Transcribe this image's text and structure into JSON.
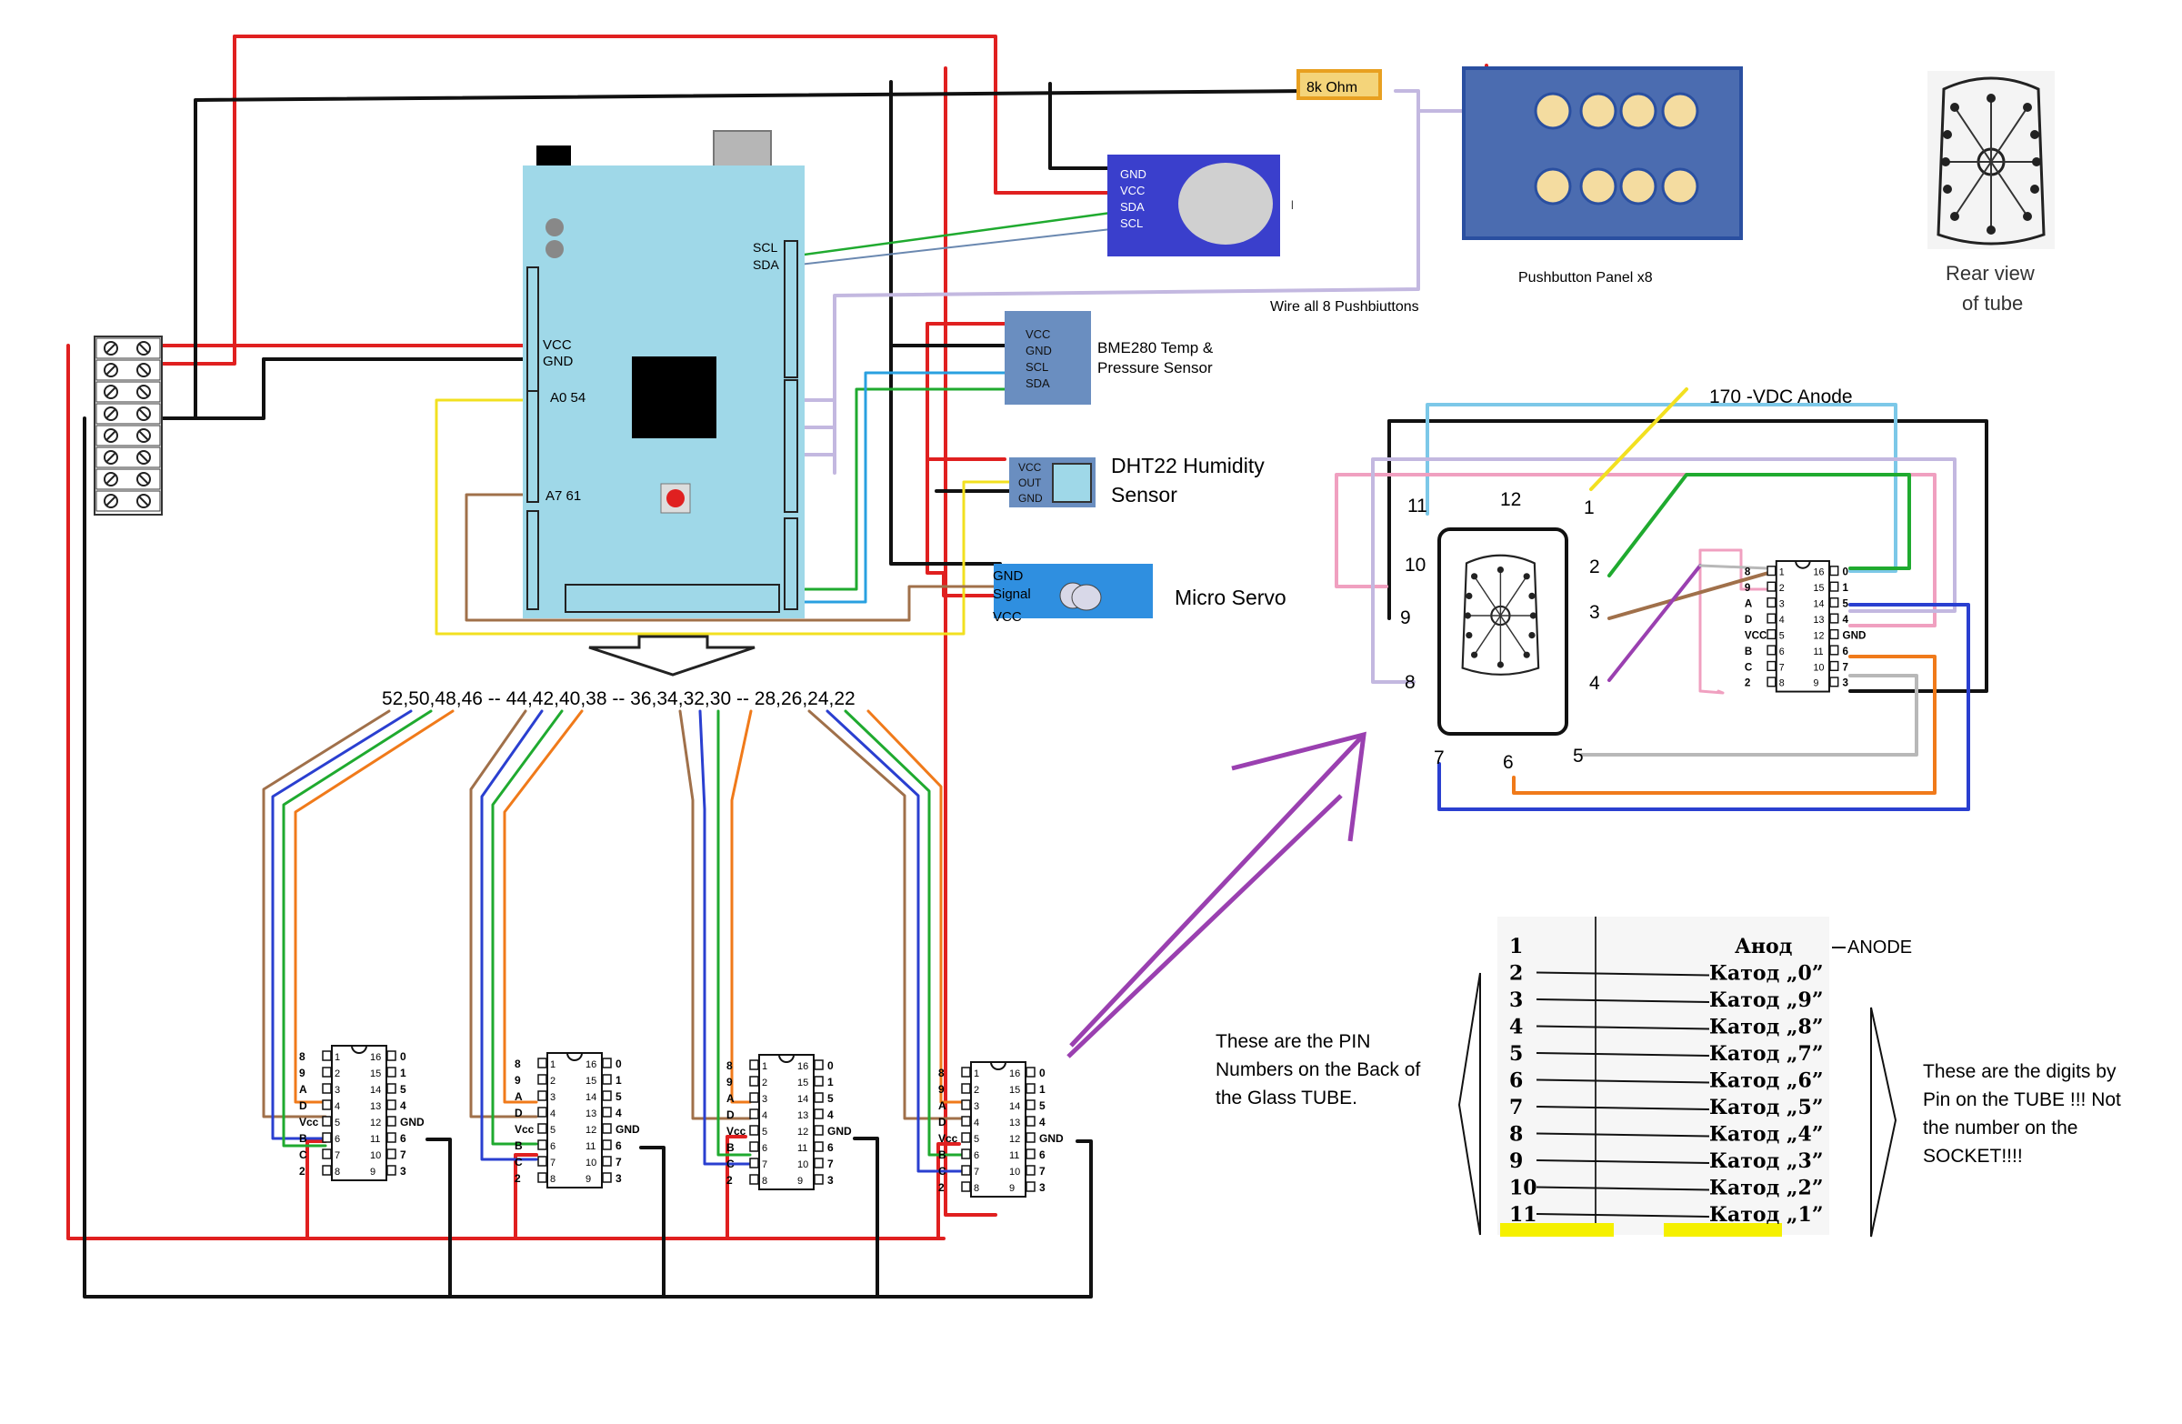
{
  "colors": {
    "red": "#e02020",
    "black": "#111111",
    "green": "#1faa2f",
    "blue": "#2a3fd0",
    "brown": "#a0704a",
    "orange": "#f07a1a",
    "yellow": "#f2e020",
    "lavender": "#c3b8e0",
    "lightblue": "#7cc8e8",
    "pink": "#f0a0c0",
    "grey": "#b8b8b8",
    "purple": "#9a40b0",
    "board": "#9fd8e8",
    "module_blue": "#3a3fcc",
    "panel_blue": "#4b6cb0",
    "resistor": "#f4d47a"
  },
  "board": {
    "pins": {
      "vcc": "VCC",
      "gnd": "GND",
      "a0": "A0 54",
      "a7": "A7 61",
      "scl": "SCL",
      "sda": "SDA"
    }
  },
  "resistor": {
    "label": "8k Ohm"
  },
  "rtc": {
    "pins": [
      "GND",
      "VCC",
      "SDA",
      "SCL"
    ],
    "mark": "l"
  },
  "pushbutton": {
    "label": "Pushbutton Panel x8",
    "wire_note": "Wire all 8 Pushbiuttons"
  },
  "rear_view": {
    "line1": "Rear view",
    "line2": "of tube"
  },
  "bme280": {
    "pins": [
      "VCC",
      "GND",
      "SCL",
      "SDA"
    ],
    "line1": "BME280 Temp &",
    "line2": "Pressure Sensor"
  },
  "dht22": {
    "pins": [
      "VCC",
      "OUT",
      "GND"
    ],
    "line1": "DHT22 Humidity",
    "line2": "Sensor"
  },
  "servo": {
    "pins": [
      "GND",
      "Signal",
      "VCC"
    ],
    "label": "Micro Servo"
  },
  "pin_groups": "52,50,48,46 -- 44,42,40,38 -- 36,34,32,30 -- 28,26,24,22",
  "ic": {
    "left_labels": [
      "8",
      "9",
      "A",
      "D",
      "Vcc",
      "B",
      "C",
      "2"
    ],
    "right_labels": [
      "0",
      "1",
      "5",
      "4",
      "GND",
      "6",
      "7",
      "3"
    ],
    "left_pins": [
      "1",
      "2",
      "3",
      "4",
      "5",
      "6",
      "7",
      "8"
    ],
    "right_pins": [
      "16",
      "15",
      "14",
      "13",
      "12",
      "11",
      "10",
      "9"
    ]
  },
  "tube": {
    "anode_label": "170 -VDC  Anode",
    "numbers": [
      "1",
      "2",
      "3",
      "4",
      "5",
      "6",
      "7",
      "8",
      "9",
      "10",
      "11",
      "12"
    ],
    "ic_left_labels": [
      "8",
      "9",
      "A",
      "D",
      "VCC",
      "B",
      "C",
      "2"
    ],
    "ic_right_labels": [
      "0",
      "1",
      "5",
      "4",
      "GND",
      "6",
      "7",
      "3"
    ]
  },
  "table": {
    "rows": [
      {
        "n": "1",
        "text": "Анод"
      },
      {
        "n": "2",
        "text": "Катод „0”"
      },
      {
        "n": "3",
        "text": "Катод „9”"
      },
      {
        "n": "4",
        "text": "Катод „8”"
      },
      {
        "n": "5",
        "text": "Катод „7”"
      },
      {
        "n": "6",
        "text": "Катод „6”"
      },
      {
        "n": "7",
        "text": "Катод „5”"
      },
      {
        "n": "8",
        "text": "Катод „4”"
      },
      {
        "n": "9",
        "text": "Катод „3”"
      },
      {
        "n": "10",
        "text": "Катод „2”"
      },
      {
        "n": "11",
        "text": "Катод „1”"
      }
    ],
    "anode_note": "ANODE"
  },
  "notes": {
    "left": [
      "These are the PIN",
      "Numbers on the Back of",
      "the Glass TUBE."
    ],
    "right": [
      "These are the digits by",
      "Pin on the TUBE !!!  Not",
      "the number on the",
      "SOCKET!!!!"
    ]
  }
}
